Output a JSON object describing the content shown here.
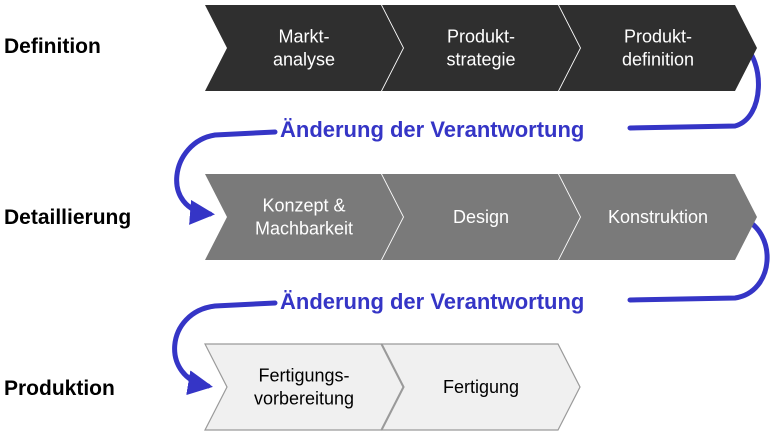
{
  "colors": {
    "arrow": "#3535c6",
    "row1_fill": "#2f2f2f",
    "row1_text": "#ffffff",
    "row2_fill": "#7a7a7a",
    "row2_text": "#ffffff",
    "row3_fill": "#f0f0f0",
    "row3_text": "#000000",
    "row3_stroke": "#9a9a9a"
  },
  "phases": [
    {
      "label": "Definition",
      "steps": [
        {
          "lines": [
            "Markt-",
            "analyse"
          ]
        },
        {
          "lines": [
            "Produkt-",
            "strategie"
          ]
        },
        {
          "lines": [
            "Produkt-",
            "definition"
          ]
        }
      ]
    },
    {
      "label": "Detaillierung",
      "steps": [
        {
          "lines": [
            "Konzept &",
            "Machbarkeit"
          ]
        },
        {
          "lines": [
            "Design"
          ]
        },
        {
          "lines": [
            "Konstruktion"
          ]
        }
      ]
    },
    {
      "label": "Produktion",
      "steps": [
        {
          "lines": [
            "Fertigungs-",
            "vorbereitung"
          ]
        },
        {
          "lines": [
            "Fertigung"
          ]
        }
      ]
    }
  ],
  "transitions": [
    {
      "label": "Änderung der Verantwortung"
    },
    {
      "label": "Änderung der Verantwortung"
    }
  ]
}
